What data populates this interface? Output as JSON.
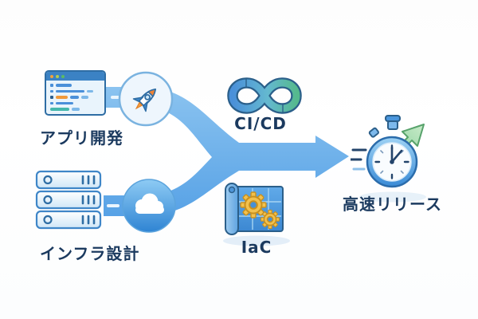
{
  "diagram": {
    "type": "devops-flow-illustration",
    "background": "#fdfdfd",
    "label_color": "#1b3a5f",
    "flow_color_light": "#8cc4f0",
    "flow_color_dark": "#539fe5",
    "nodes": [
      {
        "id": "app-dev",
        "label": "アプリ開発",
        "icon": "code-window-rocket"
      },
      {
        "id": "infra-design",
        "label": "インフラ設計",
        "icon": "server-stack-cloud"
      },
      {
        "id": "cicd",
        "label": "CI/CD",
        "icon": "infinity-loop",
        "gradient_start": "#4a90d9",
        "gradient_end": "#55b98e"
      },
      {
        "id": "iac",
        "label": "IaC",
        "icon": "blueprint-gears",
        "gear_color": "#f2c14e"
      },
      {
        "id": "fast-release",
        "label": "高速リリース",
        "icon": "stopwatch-arrow",
        "arrow_color": "#8fd3a0"
      }
    ]
  }
}
